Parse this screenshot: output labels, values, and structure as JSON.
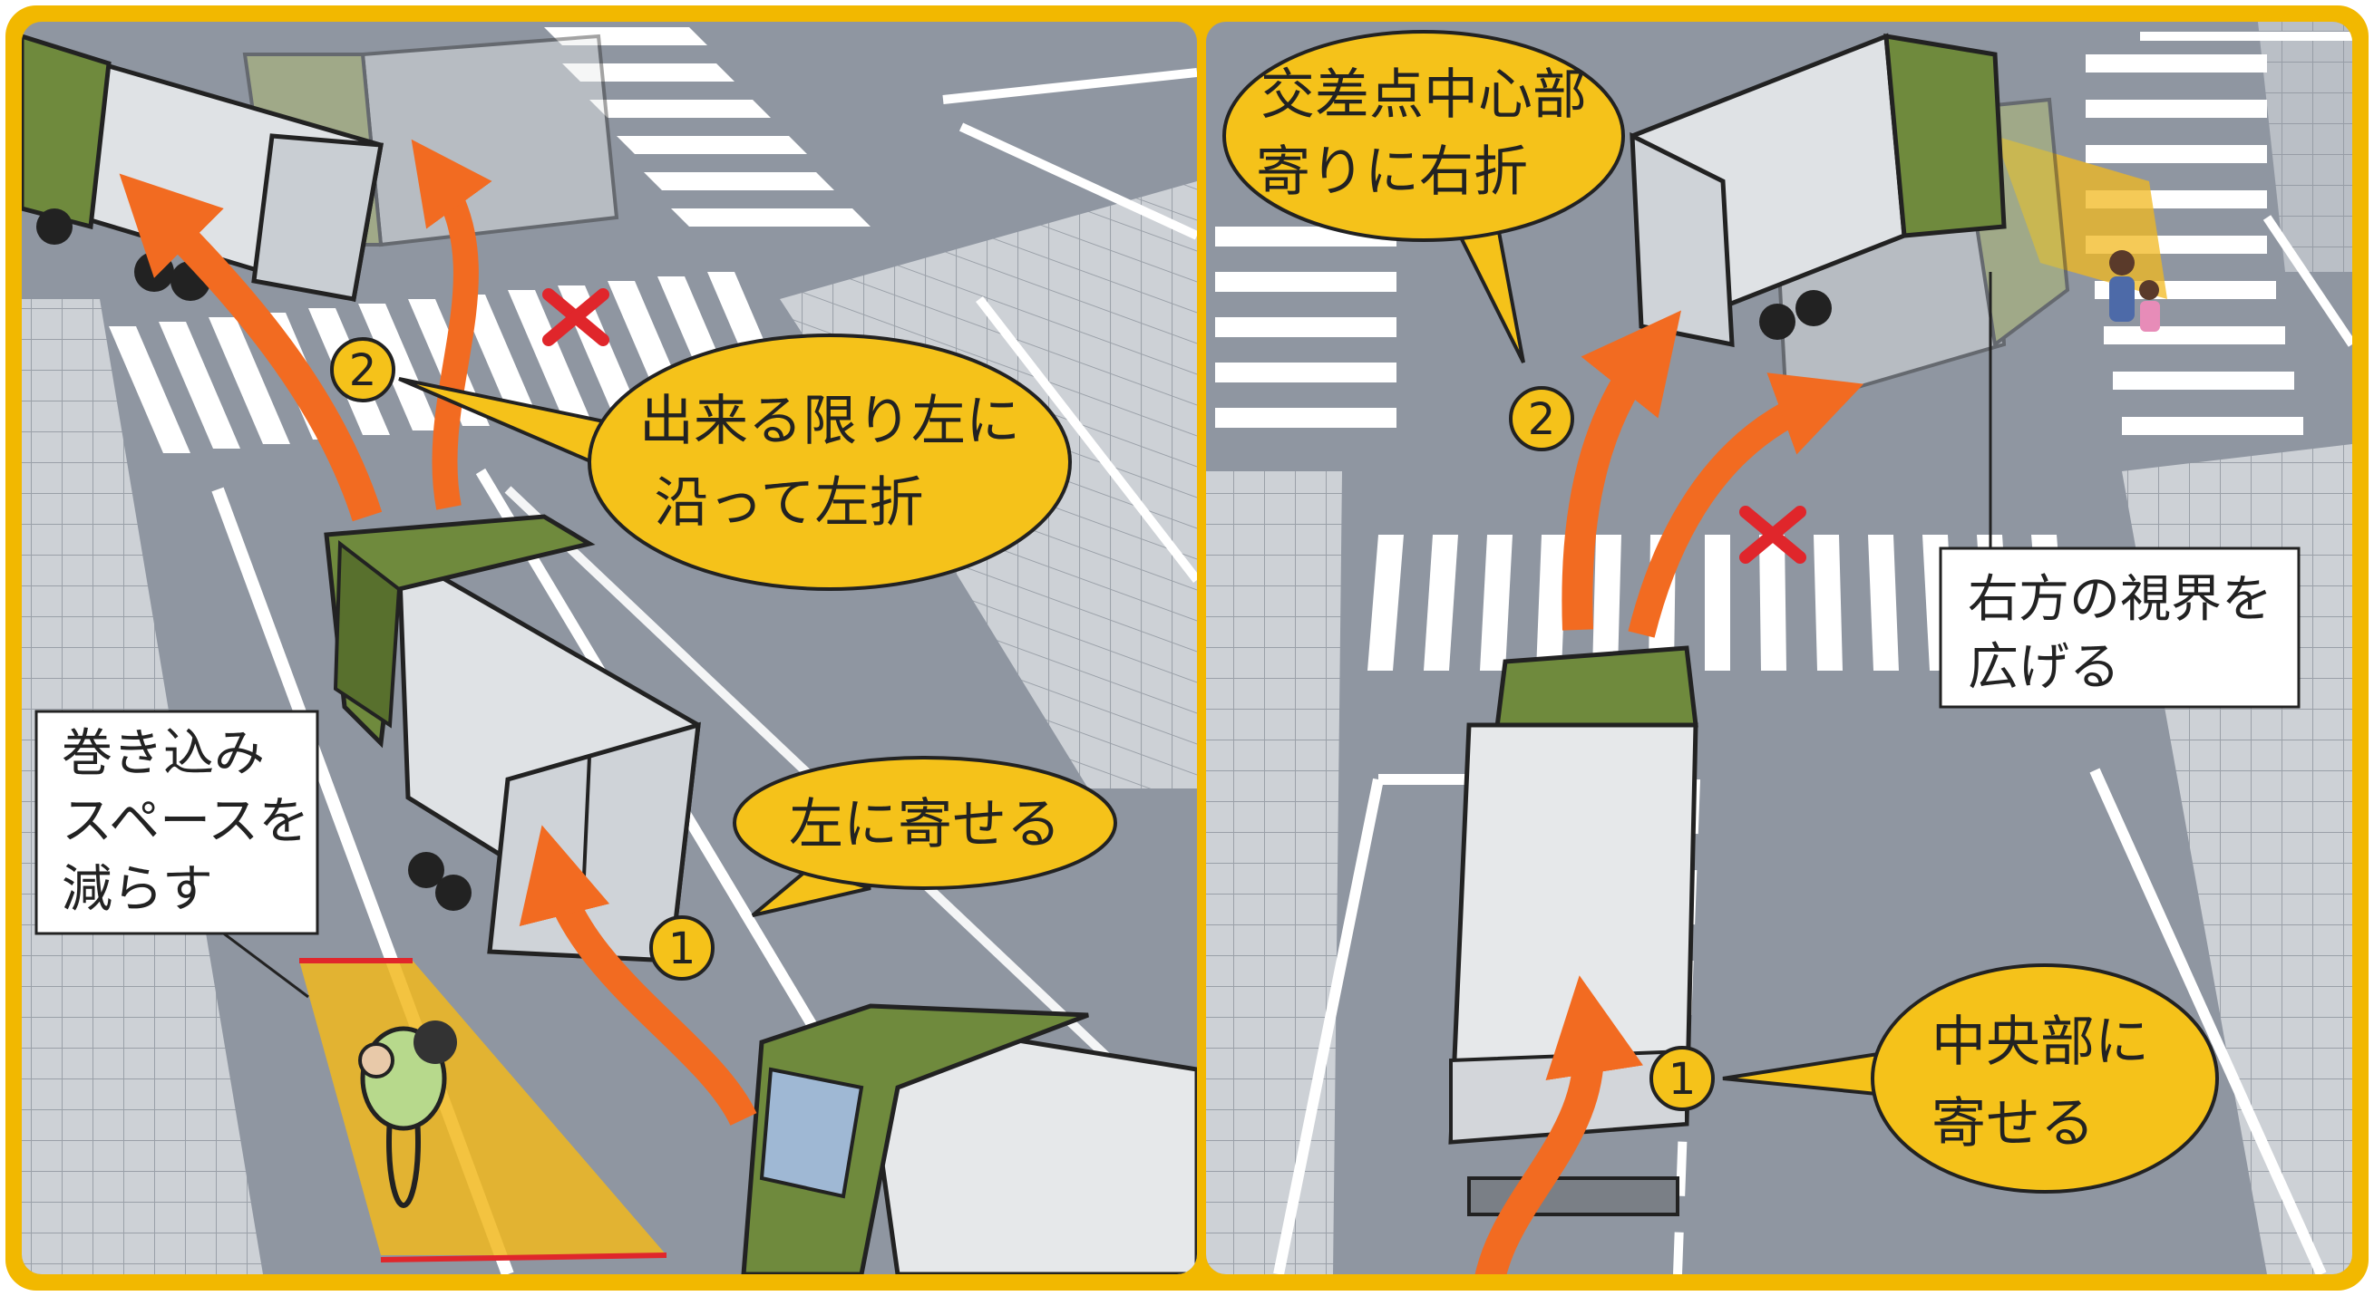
{
  "colors": {
    "frame": "#f2b800",
    "road": "#8f96a1",
    "sidewalk": "#c9cdd3",
    "lane": "#ffffff",
    "arrow": "#f26b21",
    "bubble": "#f5c21a",
    "truck_cab": "#6f8a3d",
    "truck_box": "#dfe2e5",
    "cross_mark": "#e0262b",
    "highlight": "#f1b81f"
  },
  "left_panel": {
    "bubble_keep_left": "左に寄せる",
    "bubble_turn_line1": "出来る限り左に",
    "bubble_turn_line2": "沿って左折",
    "box_reduce_line1": "巻き込み",
    "box_reduce_line2": "スペースを",
    "box_reduce_line3": "減らす",
    "step1": "1",
    "step2": "2"
  },
  "right_panel": {
    "bubble_center_line1": "交差点中心部",
    "bubble_center_line2": "寄りに右折",
    "bubble_middle_line1": "中央部に",
    "bubble_middle_line2": "寄せる",
    "box_view_line1": "右方の視界を",
    "box_view_line2": "広げる",
    "step1": "1",
    "step2": "2"
  },
  "icons": [
    "cross-mark-icon",
    "arrow-icon",
    "truck-icon",
    "cyclist-icon",
    "pedestrian-icon"
  ]
}
